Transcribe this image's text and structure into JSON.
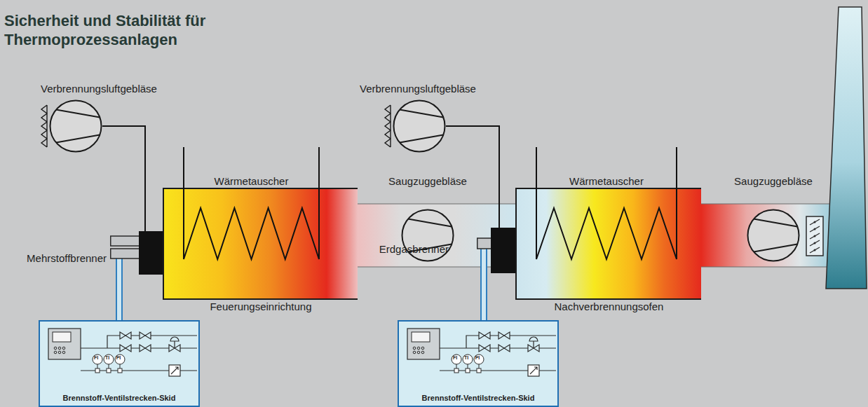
{
  "diagram": {
    "title": "Sicherheit und Stabilität für Thermoprozessanlagen",
    "nodes": [
      {
        "text": [
          "Verbrennungsluftgebläse"
        ]
      },
      {
        "text": [
          "Mehrstoffbrenner"
        ]
      },
      {
        "text": [
          "Feuerungseinrichtung"
        ]
      },
      {
        "text": [
          "Wärmetauscher"
        ]
      },
      {
        "text": [
          "Saugzuggebläse"
        ]
      },
      {
        "text": [
          "Verbrennungsluftgebläse"
        ]
      },
      {
        "text": [
          "Erdgasbrenner"
        ]
      },
      {
        "text": [
          "Nachverbrennungsofen"
        ]
      },
      {
        "text": [
          "Wärmetauscher"
        ]
      },
      {
        "text": [
          "Saugzuggebläse"
        ]
      },
      {
        "text": [
          "Brennstoff-Ventilstrecken-Skid"
        ]
      },
      {
        "text": [
          "Brennstoff-Ventilstrecken-Skid"
        ]
      }
    ],
    "edges": [
      {
        "from": 0,
        "to": 1,
        "arrow": "none"
      },
      {
        "from": 10,
        "to": 1,
        "arrow": "none"
      },
      {
        "from": 2,
        "to": 4,
        "arrow": "none"
      },
      {
        "from": 4,
        "to": 7,
        "arrow": "none"
      },
      {
        "from": 5,
        "to": 6,
        "arrow": "none"
      },
      {
        "from": 11,
        "to": 6,
        "arrow": "none"
      },
      {
        "from": 7,
        "to": 9,
        "arrow": "none"
      }
    ],
    "labels": [
      "FI",
      "TI",
      "PI",
      "FI",
      "TI",
      "PI"
    ]
  }
}
